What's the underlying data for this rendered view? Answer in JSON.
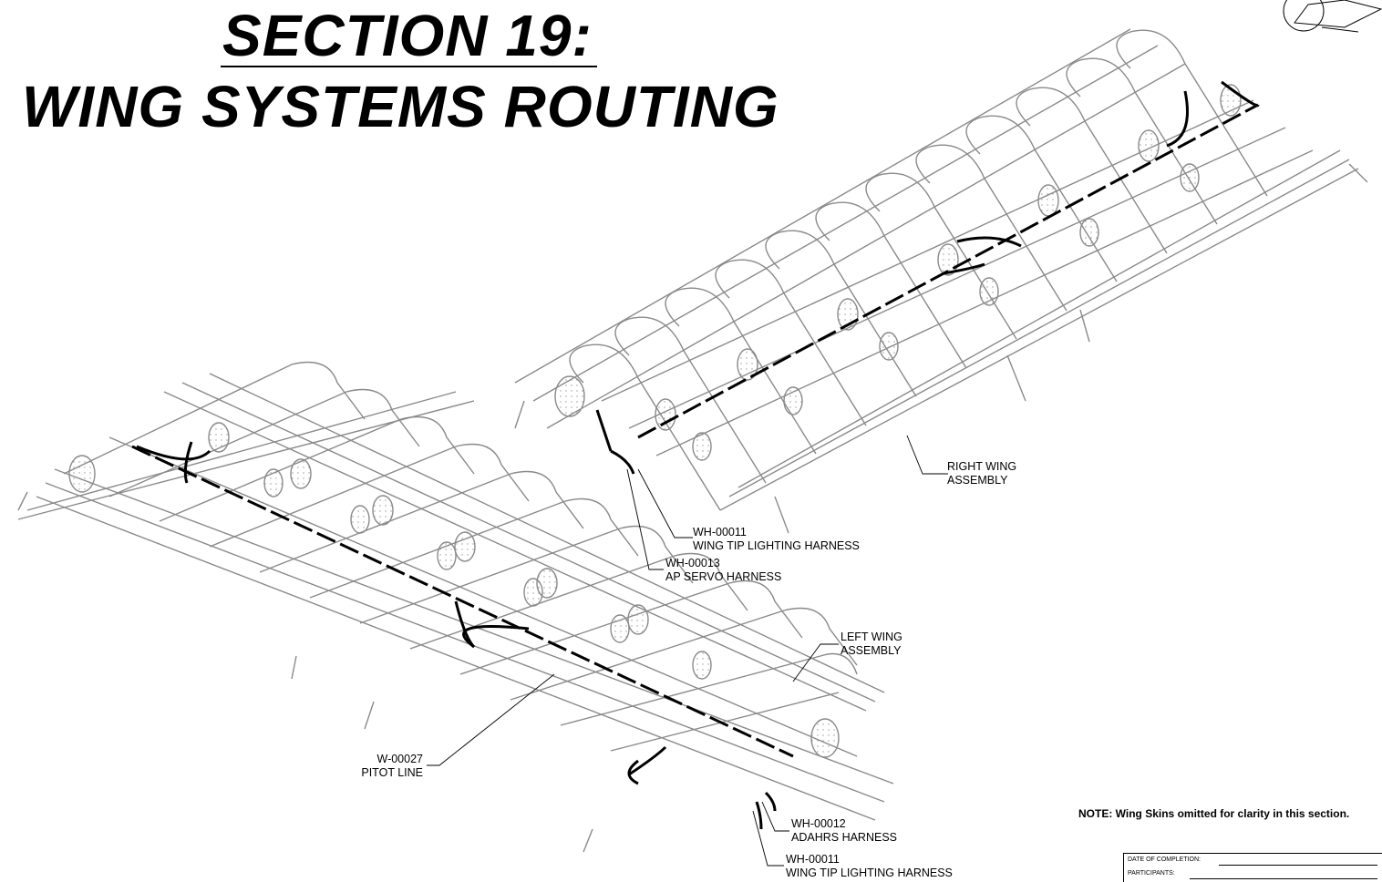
{
  "title": {
    "line1": "SECTION 19:",
    "line2": "WING SYSTEMS ROUTING"
  },
  "callouts": {
    "right_wing_assembly": [
      "RIGHT WING",
      "ASSEMBLY"
    ],
    "right_wh00011": [
      "WH-00011",
      "WING TIP LIGHTING HARNESS"
    ],
    "right_wh00013": [
      "WH-00013",
      "AP SERVO HARNESS"
    ],
    "left_wing_assembly": [
      "LEFT WING",
      "ASSEMBLY"
    ],
    "left_w00027": [
      "W-00027",
      "PITOT LINE"
    ],
    "left_wh00012": [
      "WH-00012",
      "ADAHRS HARNESS"
    ],
    "left_wh00011": [
      "WH-00011",
      "WING TIP LIGHTING HARNESS"
    ]
  },
  "note": "NOTE: Wing Skins omitted for clarity in this section.",
  "signoff": {
    "date_label": "DATE OF COMPLETION:",
    "participants_label": "PARTICIPANTS:"
  },
  "colors": {
    "ink": "#000000",
    "linework": "#8a8a8a",
    "paper": "#ffffff"
  },
  "icons": [
    "aircraft-thumbnail-icon"
  ]
}
